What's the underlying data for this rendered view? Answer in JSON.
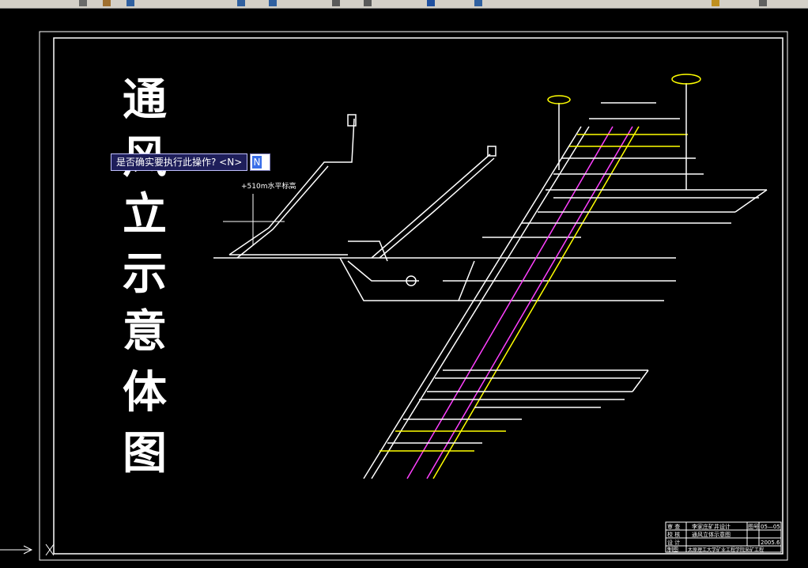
{
  "title_chars": [
    "通",
    "风",
    "立",
    "示",
    "意",
    "体",
    "图"
  ],
  "prompt": {
    "question": "是否确实要执行此操作? <N>",
    "input_value": "N"
  },
  "drawing": {
    "elevation_label": "+510m",
    "elevation_label_suffix": "水平标高"
  },
  "title_block": {
    "row1_a": "审 查",
    "row1_b": "李家庄矿井设计",
    "row1_c": "图号",
    "row1_d": "05—05",
    "row2_a": "校 核",
    "row2_b": "通风立体示意图",
    "row3_a": "设 计",
    "row3_d": "2005.6",
    "row4_a": "制图",
    "row4_b": "太原理工大学矿业工程学院采矿工程"
  },
  "colors": {
    "background": "#000000",
    "lines": "#ffffff",
    "yellow": "#ffff00",
    "magenta": "#ff40ff",
    "prompt_bg": "#1e1e5a"
  }
}
